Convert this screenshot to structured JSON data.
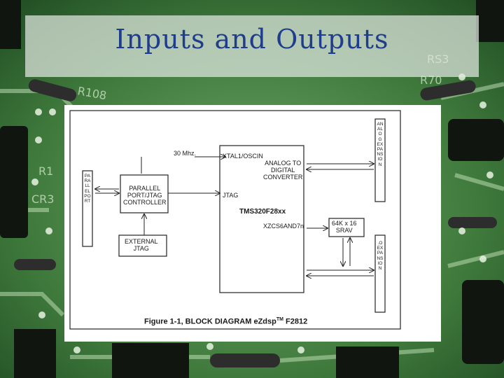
{
  "slide": {
    "title": "Inputs and Outputs"
  },
  "diagram": {
    "freq_label": "30 Mhz.",
    "xtal_label": "XTAL1/OSCIN",
    "adc_label": "ANALOG TO\nDIGITAL\nCONVERTER",
    "jtag_label": "JTAG",
    "dsp_label": "TMS320F28xx",
    "part_label": "XZCS6AND7n",
    "sram_label": "64K x 16\nSRAV",
    "parallel_label": "PARALLEL\nPORT/JTAG\nCONTROLLER",
    "external_label": "EXTERNAL\nJTAG",
    "left_port_label": "PARALLEL PORT",
    "analog_exp_label": "ANALOG EXPANSION",
    "io_exp_label": ".O EXPANSION",
    "caption_main": "Figure 1-1, BLOCK DIAGRAM eZdsp",
    "caption_tm": "TM",
    "caption_end": " F2812"
  }
}
